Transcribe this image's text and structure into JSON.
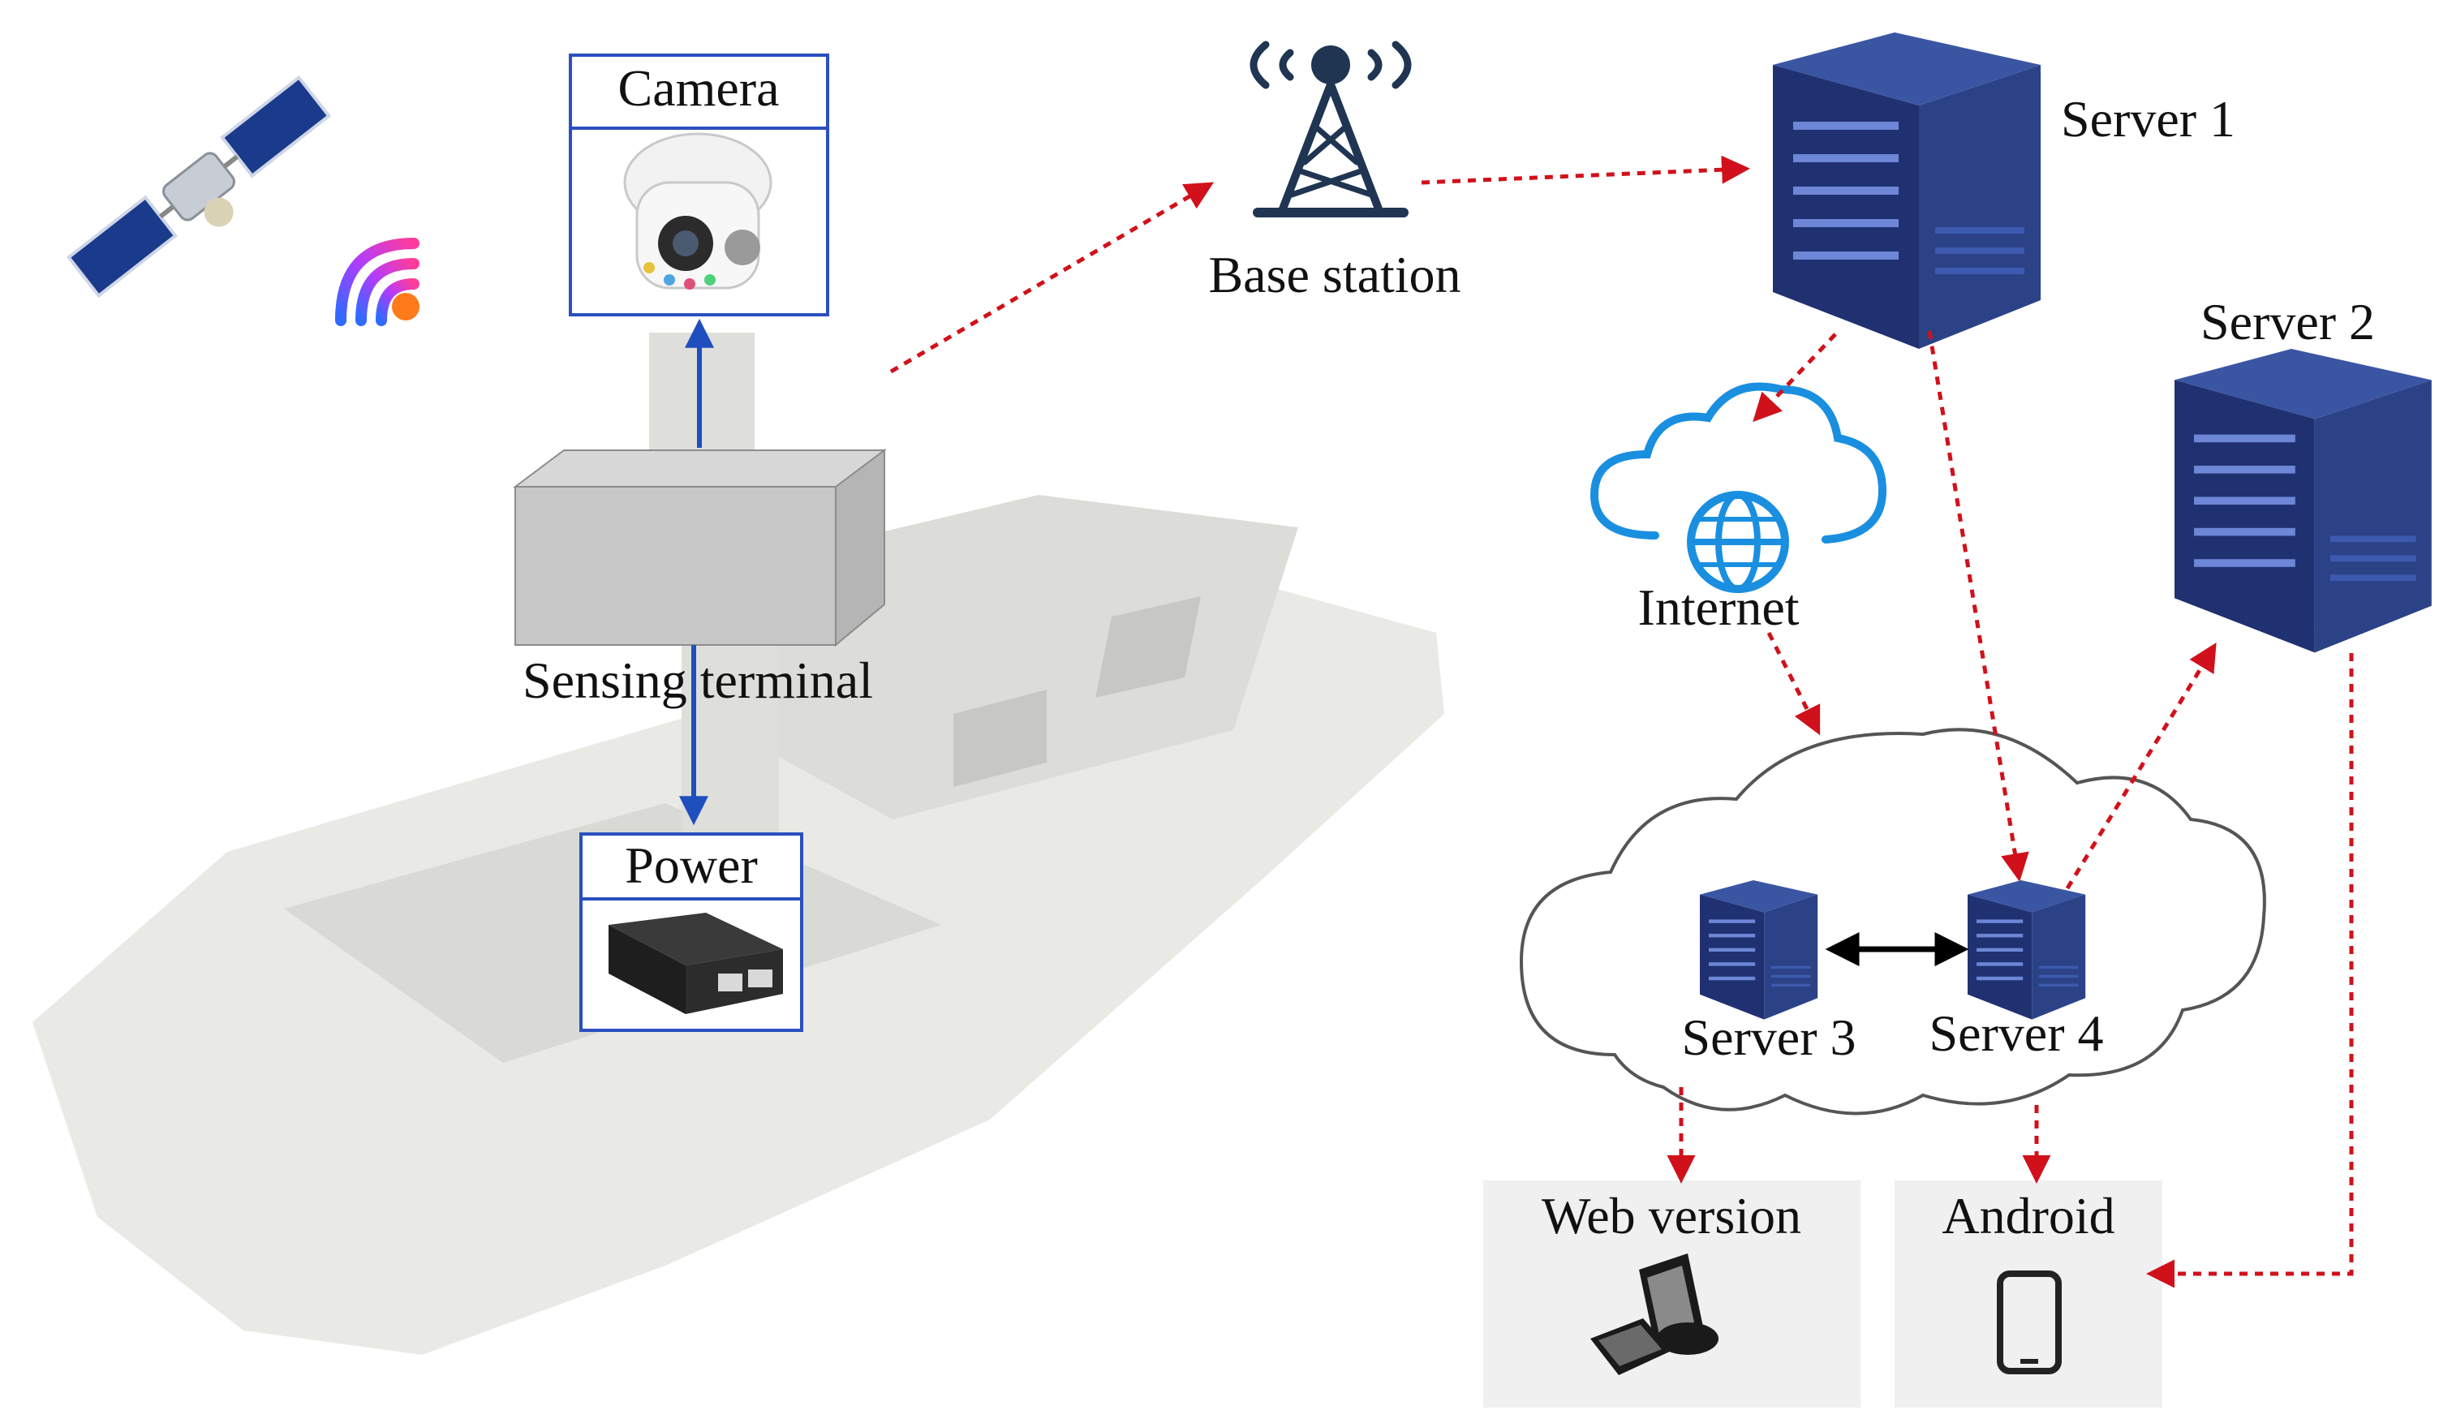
{
  "labels": {
    "camera": "Camera",
    "base_station": "Base station",
    "server1": "Server 1",
    "server2": "Server 2",
    "server3": "Server 3",
    "server4": "Server 4",
    "internet": "Internet",
    "sensing_terminal": "Sensing terminal",
    "power": "Power",
    "web_version": "Web version",
    "android": "Android"
  },
  "icons": {
    "satellite": "satellite-icon",
    "wireless": "wireless-signal-icon",
    "tower": "antenna-tower-icon",
    "server": "server-rack-icon",
    "internet": "globe-cloud-icon",
    "computer": "desktop-computer-icon",
    "phone": "smartphone-icon",
    "camera": "ptz-camera-icon",
    "power": "poe-injector-icon"
  },
  "colors": {
    "wireless_link": "#d0111b",
    "wired_link": "#1f4fbf",
    "box_border": "#2a4fc0",
    "server": "#23386f",
    "cloud_icon": "#1a8fe0",
    "boat": "#e9e9e6"
  }
}
